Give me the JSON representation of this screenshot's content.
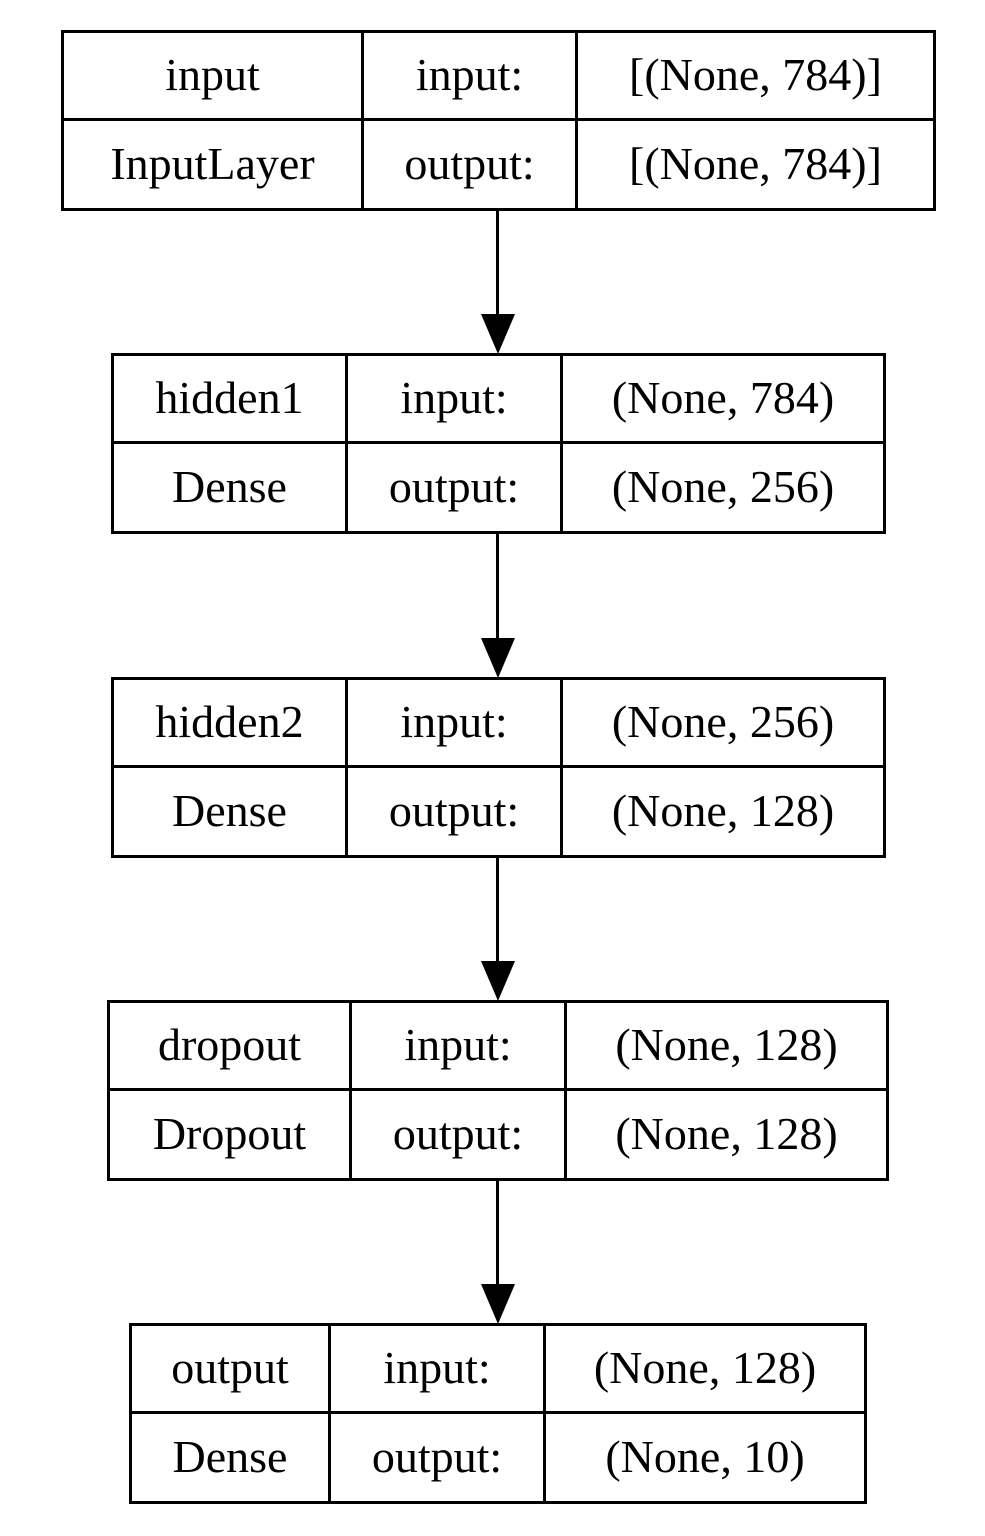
{
  "layers": [
    {
      "name": "input",
      "type": "InputLayer",
      "input_label": "input:",
      "output_label": "output:",
      "input_shape": "[(None, 784)]",
      "output_shape": "[(None, 784)]"
    },
    {
      "name": "hidden1",
      "type": "Dense",
      "input_label": "input:",
      "output_label": "output:",
      "input_shape": "(None, 784)",
      "output_shape": "(None, 256)"
    },
    {
      "name": "hidden2",
      "type": "Dense",
      "input_label": "input:",
      "output_label": "output:",
      "input_shape": "(None, 256)",
      "output_shape": "(None, 128)"
    },
    {
      "name": "dropout",
      "type": "Dropout",
      "input_label": "input:",
      "output_label": "output:",
      "input_shape": "(None, 128)",
      "output_shape": "(None, 128)"
    },
    {
      "name": "output",
      "type": "Dense",
      "input_label": "input:",
      "output_label": "output:",
      "input_shape": "(None, 128)",
      "output_shape": "(None, 10)"
    }
  ],
  "edges": [
    {
      "from": "input",
      "to": "hidden1"
    },
    {
      "from": "hidden1",
      "to": "hidden2"
    },
    {
      "from": "hidden2",
      "to": "dropout"
    },
    {
      "from": "dropout",
      "to": "output"
    }
  ]
}
